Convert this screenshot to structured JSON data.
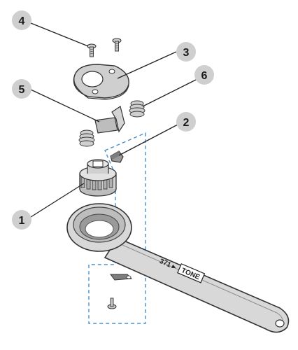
{
  "callouts": [
    {
      "id": "1",
      "label": "1"
    },
    {
      "id": "2",
      "label": "2"
    },
    {
      "id": "3",
      "label": "3"
    },
    {
      "id": "4",
      "label": "4"
    },
    {
      "id": "5",
      "label": "5"
    },
    {
      "id": "6",
      "label": "6"
    }
  ],
  "wrench_marking": {
    "size_text": "371 ▸",
    "brand_text": "TONE"
  },
  "colors": {
    "part_fill": "#d8d8d8",
    "part_shade": "#b4b4b4",
    "outline": "#333333",
    "dashed_guide": "#4a90c8",
    "callout_bubble": "#cfcfcf"
  }
}
